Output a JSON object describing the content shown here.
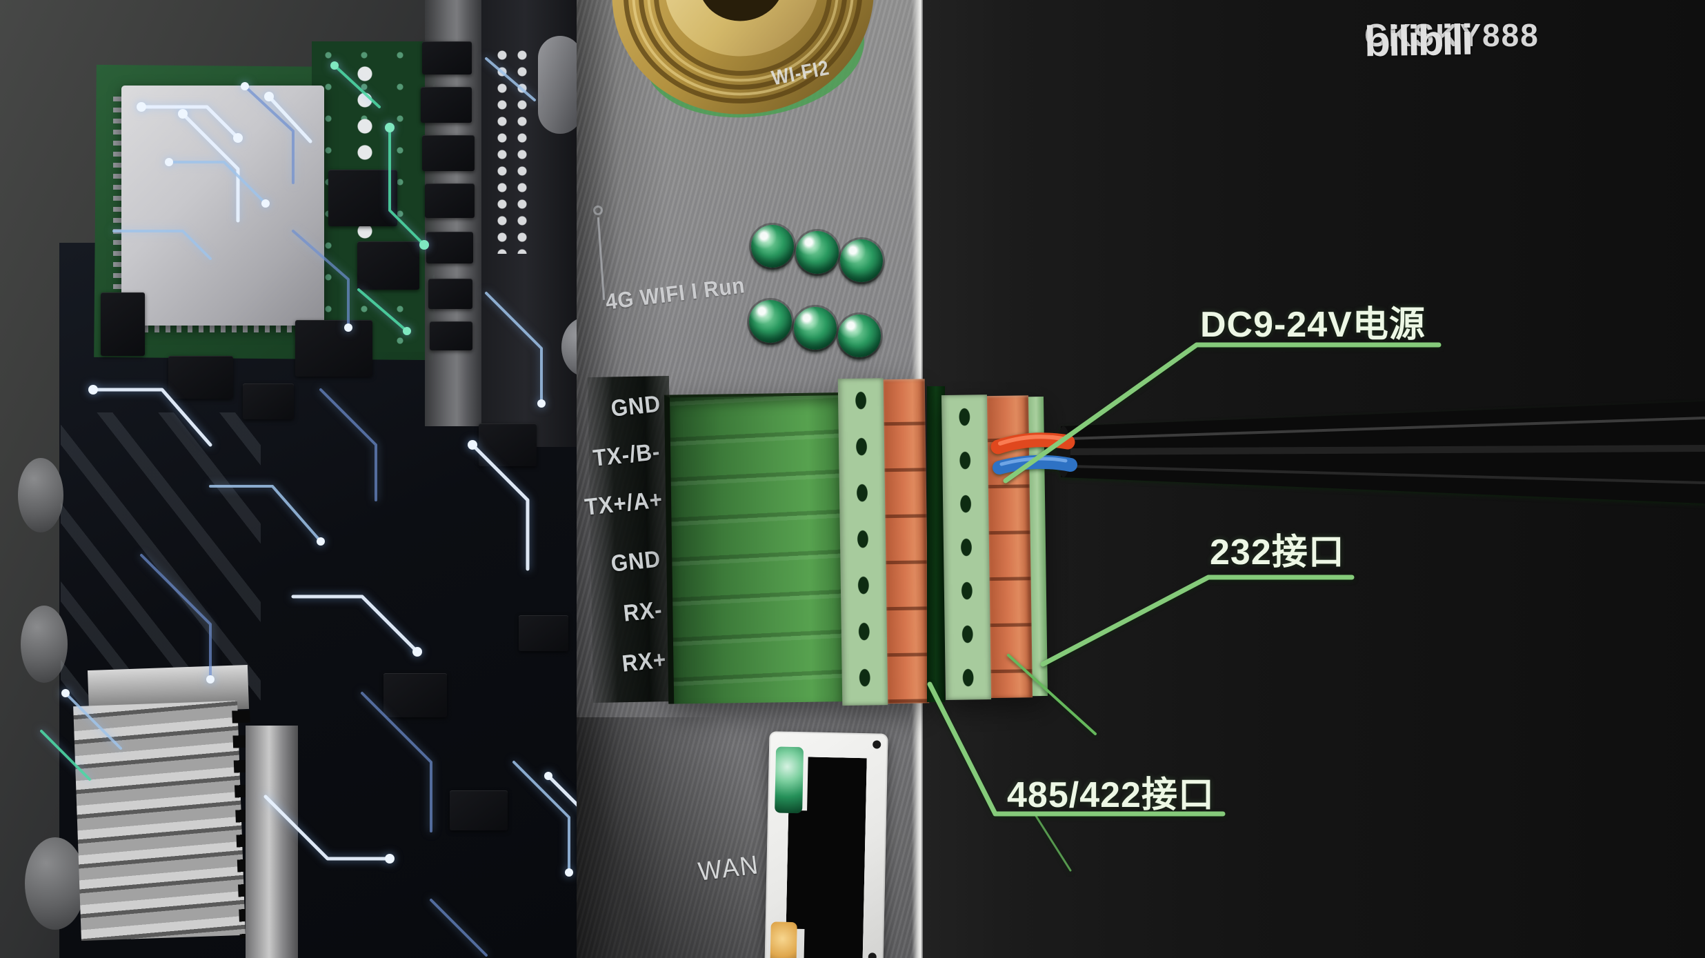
{
  "watermark": {
    "channel": "CKSKY888",
    "platform": "bilibili"
  },
  "device": {
    "antenna_port_label": "WI-FI2",
    "status_led_label": "4G WIFI I Run",
    "status_led_count": 6,
    "terminal_pin_labels": [
      "GND",
      "TX-/B-",
      "TX+/A+",
      "GND",
      "RX-",
      "RX+"
    ],
    "ethernet_port_label": "WAN"
  },
  "callouts": [
    {
      "id": "power",
      "label": "DC9-24V电源"
    },
    {
      "id": "rs232",
      "label": "232接口"
    },
    {
      "id": "rs485",
      "label": "485/422接口"
    }
  ],
  "colors": {
    "callout_line": "#85cb7a",
    "callout_text": "#edf7e5",
    "led_green": "#2a9a60",
    "terminal_body_green": "#4e9448",
    "terminal_contact_orange": "#d6764e",
    "panel_gray": "#8b8b8d",
    "wire_red": "#e0481e",
    "wire_blue": "#2e72c4",
    "gold_connector": "#caa751",
    "watermark_text": "#e2e2e2"
  }
}
